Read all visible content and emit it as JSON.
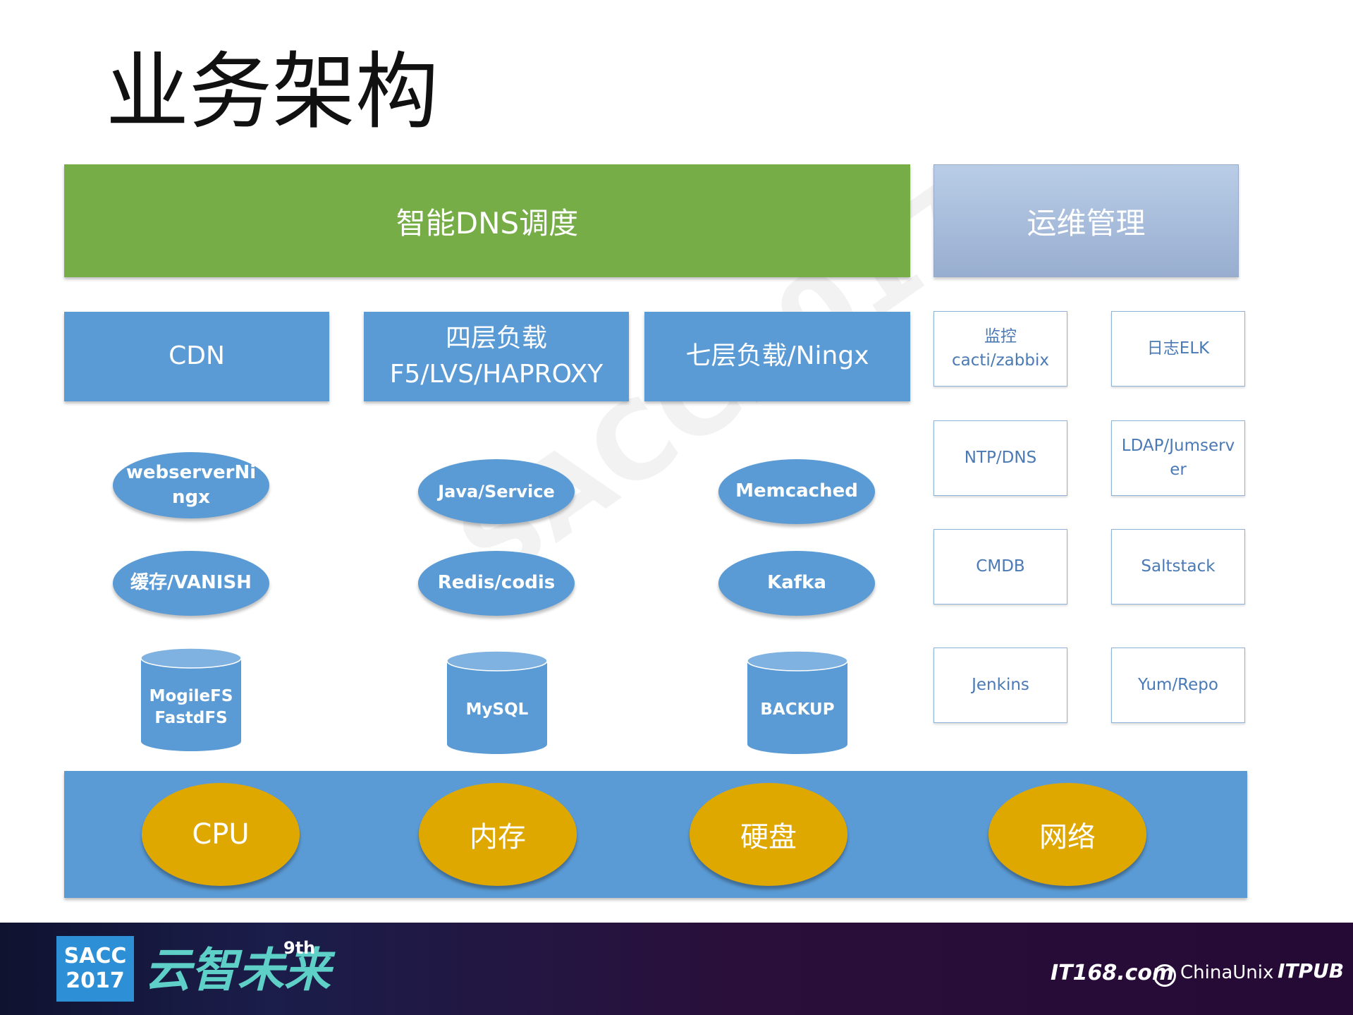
{
  "title": "业务架构",
  "watermark": "SACC2017",
  "top": {
    "dns": "智能DNS调度",
    "ops": "运维管理"
  },
  "lb": {
    "cdn": "CDN",
    "l4_line1": "四层负载",
    "l4_line2": "F5/LVS/HAPROXY",
    "l7": "七层负载/Ningx"
  },
  "col1": {
    "e1_l1": "webserverNi",
    "e1_l2": "ngx",
    "e2": "缓存/VANISH",
    "db_l1": "MogileFS",
    "db_l2": "FastdFS"
  },
  "col2": {
    "e1": "Java/Service",
    "e2": "Redis/codis",
    "db": "MySQL"
  },
  "col3": {
    "e1": "Memcached",
    "e2": "Kafka",
    "db": "BACKUP"
  },
  "ops_items": {
    "monitor_l1": "监控",
    "monitor_l2": "cacti/zabbix",
    "log": "日志ELK",
    "ntp": "NTP/DNS",
    "ldap_l1": "LDAP/Jumserv",
    "ldap_l2": "er",
    "cmdb": "CMDB",
    "salt": "Saltstack",
    "jenkins": "Jenkins",
    "yum": "Yum/Repo"
  },
  "hardware": {
    "cpu": "CPU",
    "mem": "内存",
    "disk": "硬盘",
    "net": "网络"
  },
  "footer": {
    "sacc_l1": "SACC",
    "sacc_l2": "2017",
    "slogan": "云智未来",
    "slogan_sup": "9th",
    "sponsor1": "IT168.com",
    "sponsor2": "ChinaUnix",
    "sponsor3": "ITPUB"
  },
  "colors": {
    "green": "#76ad47",
    "blue": "#5b9bd5",
    "gold": "#dfa800",
    "ops_border": "#8fb2d8"
  }
}
